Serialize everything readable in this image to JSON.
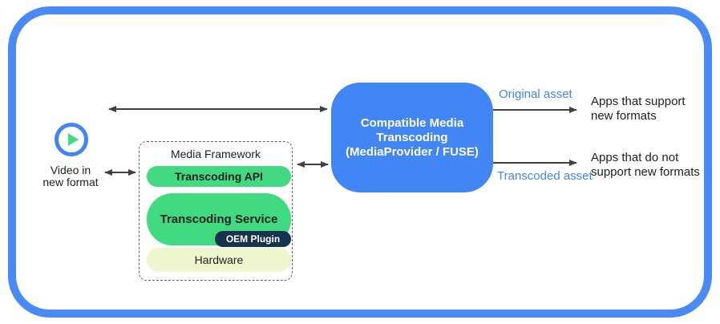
{
  "colors": {
    "frame_blue": "#4a8af4",
    "box_blue": "#4285f4",
    "accent_text_blue": "#4285f4",
    "layer_green": "#42da80",
    "play_green": "#3edc84",
    "oem_navy": "#17324d",
    "hardware_pale": "#eef6cd",
    "arrow_gray": "#404040",
    "text_dark": "#202124"
  },
  "source": {
    "caption": "Video in new format"
  },
  "media_framework": {
    "title": "Media Framework",
    "layers": [
      {
        "label": "Transcoding API"
      },
      {
        "label": "Transcoding Service",
        "plugin": "OEM Plugin"
      },
      {
        "label": "Hardware"
      }
    ]
  },
  "transcoder": {
    "lines": [
      "Compatible Media",
      "Transcoding",
      "(MediaProvider / FUSE)"
    ]
  },
  "outputs": [
    {
      "asset_label": "Original asset",
      "target": "Apps that support new formats"
    },
    {
      "asset_label": "Transcoded asset",
      "target": "Apps that do not support new formats"
    }
  ]
}
